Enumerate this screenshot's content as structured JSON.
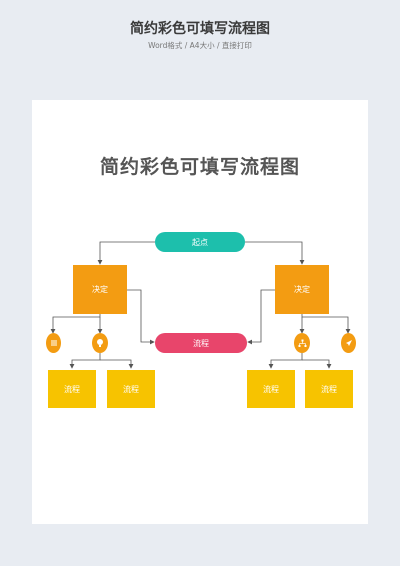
{
  "header": {
    "title": "简约彩色可填写流程图",
    "subtitle": "Word格式 / A4大小 / 直接打印"
  },
  "doc": {
    "title": "简约彩色可填写流程图"
  },
  "nodes": {
    "start": "起点",
    "decision_left": "决定",
    "decision_right": "决定",
    "process_center": "流程",
    "process_ll": "流程",
    "process_lr": "流程",
    "process_rl": "流程",
    "process_rr": "流程"
  },
  "icons": {
    "left_1": "list-icon",
    "left_2": "bulb-icon",
    "right_1": "network-icon",
    "right_2": "send-icon"
  },
  "colors": {
    "start": "#1dbfac",
    "decision": "#f39c12",
    "process_center": "#e8456b",
    "process": "#f7c300",
    "line": "#555555"
  }
}
